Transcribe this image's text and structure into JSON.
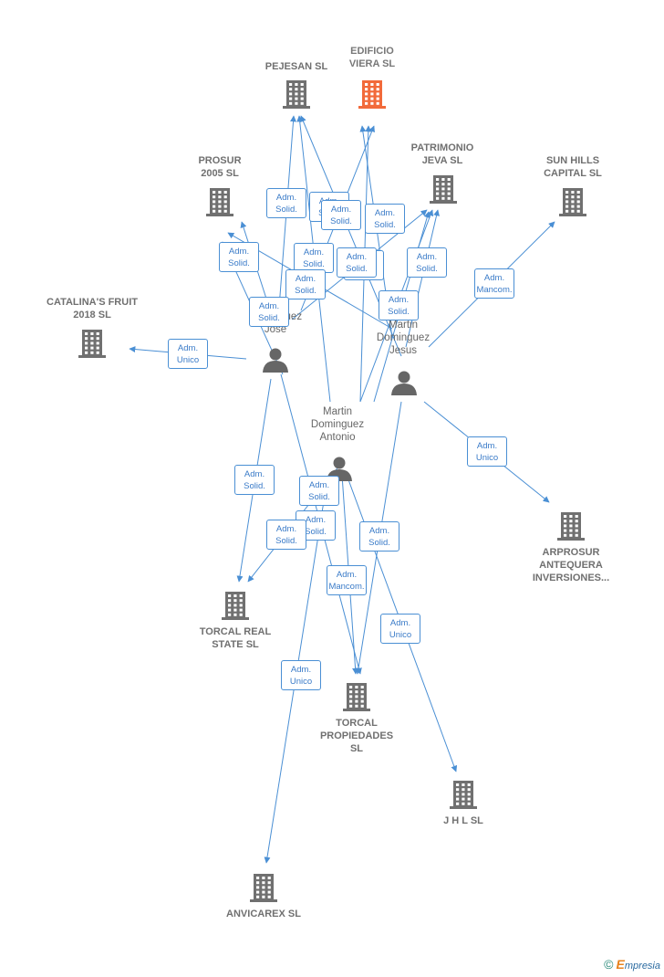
{
  "colors": {
    "edge": "#4a8fd4",
    "company": "#707070",
    "highlight": "#f26a3a",
    "person": "#666666"
  },
  "companies": [
    {
      "id": "pejesan",
      "label": "PEJESAN  SL",
      "icon": "building-icon",
      "highlight": false
    },
    {
      "id": "edificio",
      "label": "EDIFICIO VIERA  SL",
      "icon": "building-icon",
      "highlight": true
    },
    {
      "id": "prosur",
      "label": "PROSUR 2005  SL",
      "icon": "building-icon",
      "highlight": false
    },
    {
      "id": "patrimonio",
      "label": "PATRIMONIO JEVA SL",
      "icon": "building-icon",
      "highlight": false
    },
    {
      "id": "sunhills",
      "label": "SUN HILLS CAPITAL  SL",
      "icon": "building-icon",
      "highlight": false
    },
    {
      "id": "catalinas",
      "label": "CATALINA'S FRUIT 2018  SL",
      "icon": "building-icon",
      "highlight": false
    },
    {
      "id": "arprosur",
      "label": "ARPROSUR ANTEQUERA INVERSIONES...",
      "icon": "building-icon",
      "highlight": false
    },
    {
      "id": "torcalreal",
      "label": "TORCAL REAL STATE SL",
      "icon": "building-icon",
      "highlight": false
    },
    {
      "id": "torcalprop",
      "label": "TORCAL PROPIEDADES SL",
      "icon": "building-icon",
      "highlight": false
    },
    {
      "id": "jhl",
      "label": "J H L SL",
      "icon": "building-icon",
      "highlight": false
    },
    {
      "id": "anvicarex",
      "label": "ANVICAREX SL",
      "icon": "building-icon",
      "highlight": false
    }
  ],
  "persons": [
    {
      "id": "jose",
      "label": "Dominguez Jose",
      "icon": "person-icon"
    },
    {
      "id": "jesus",
      "label": "Martin Dominguez Jesus",
      "icon": "person-icon"
    },
    {
      "id": "antonio",
      "label": "Martin Dominguez Antonio",
      "icon": "person-icon"
    }
  ],
  "badges": [
    {
      "line1": "Adm.",
      "line2": "Solid."
    },
    {
      "line1": "Adm.",
      "line2": "Solid."
    },
    {
      "line1": "Adm.",
      "line2": "Solid."
    },
    {
      "line1": "Adm.",
      "line2": "Solid."
    },
    {
      "line1": "Adm.",
      "line2": "Solid."
    },
    {
      "line1": "Adm.",
      "line2": "Solid."
    },
    {
      "line1": "Adm.",
      "line2": "Solid."
    },
    {
      "line1": "Adm.",
      "line2": "Solid."
    },
    {
      "line1": "Adm.",
      "line2": "Solid."
    },
    {
      "line1": "Adm.",
      "line2": "Solid."
    },
    {
      "line1": "Adm.",
      "line2": "Solid."
    },
    {
      "line1": "Adm.",
      "line2": "Mancom."
    },
    {
      "line1": "Adm.",
      "line2": "Unico"
    },
    {
      "line1": "Adm.",
      "line2": "Unico"
    },
    {
      "line1": "Adm.",
      "line2": "Solid."
    },
    {
      "line1": "Adm.",
      "line2": "Solid."
    },
    {
      "line1": "Adm.",
      "line2": "Solid."
    },
    {
      "line1": "Adm.",
      "line2": "Solid."
    },
    {
      "line1": "Adm.",
      "line2": "Solid."
    },
    {
      "line1": "Adm.",
      "line2": "Solid."
    },
    {
      "line1": "Adm.",
      "line2": "Mancom."
    },
    {
      "line1": "Adm.",
      "line2": "Unico"
    }
  ],
  "footer": {
    "copyright": "©",
    "brand_first": "E",
    "brand_rest": "mpresia"
  }
}
